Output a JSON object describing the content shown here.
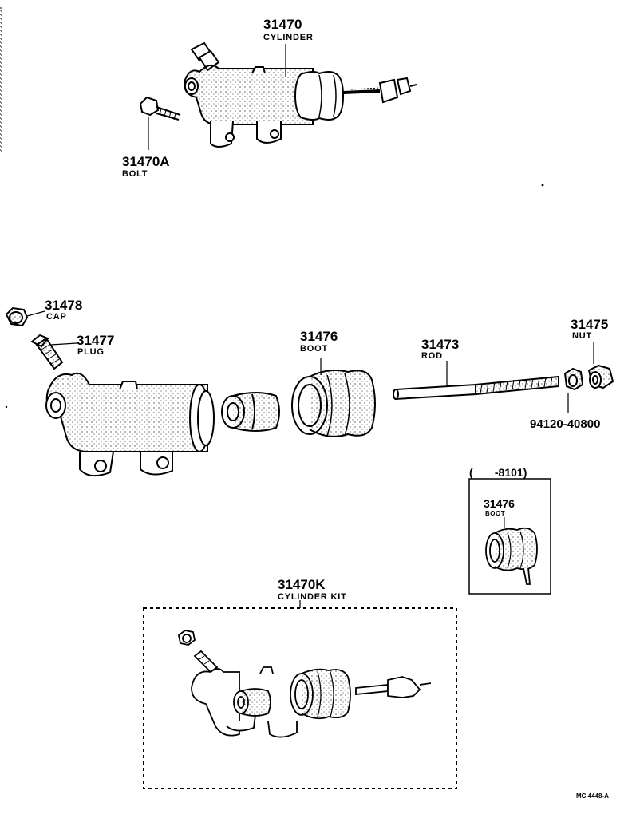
{
  "parts": {
    "cylinder": {
      "number": "31470",
      "name": "CYLINDER"
    },
    "bolt": {
      "number": "31470A",
      "name": "BOLT"
    },
    "cap": {
      "number": "31478",
      "name": "CAP"
    },
    "plug": {
      "number": "31477",
      "name": "PLUG"
    },
    "boot": {
      "number": "31476",
      "name": "BOOT"
    },
    "rod": {
      "number": "31473",
      "name": "ROD"
    },
    "nut": {
      "number": "31475",
      "name": "NUT"
    },
    "washer_nut": {
      "number": "94120-40800"
    },
    "cylinder_kit": {
      "number": "31470K",
      "name": "CYLINDER KIT"
    }
  },
  "inset": {
    "range": "(       -8101)",
    "boot_number": "31476",
    "boot_name": "BOOT"
  },
  "figure_ref": "MC 4448-A"
}
